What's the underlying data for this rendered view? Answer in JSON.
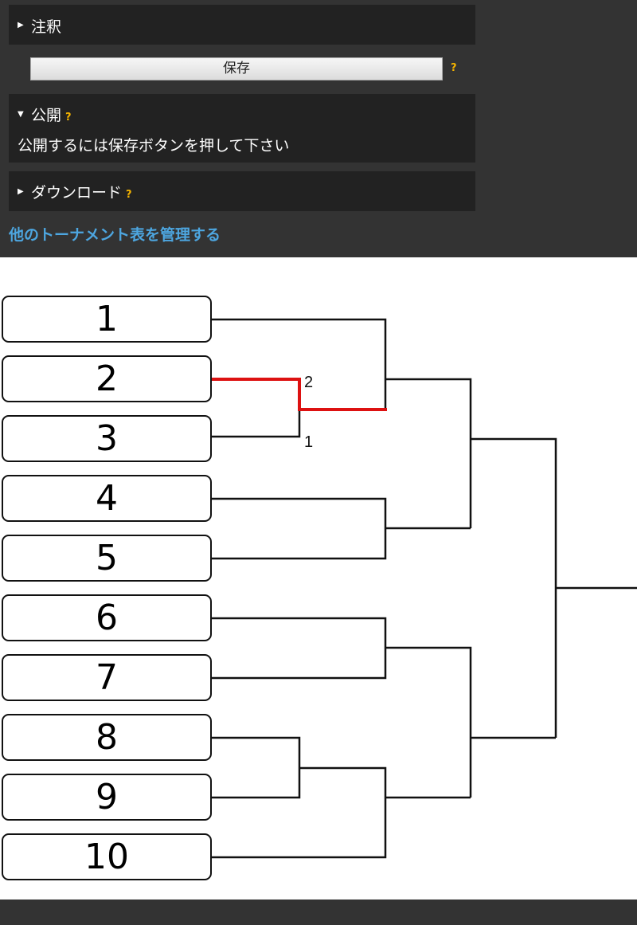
{
  "header": {
    "notes_title": "注釈",
    "save_label": "保存",
    "help_mark": "?",
    "publish_title": "公開",
    "publish_message": "公開するには保存ボタンを押して下さい",
    "download_title": "ダウンロード",
    "manage_link": "他のトーナメント表を管理する"
  },
  "bracket": {
    "entries": [
      "1",
      "2",
      "3",
      "4",
      "5",
      "6",
      "7",
      "8",
      "9",
      "10"
    ],
    "match_2v3": {
      "winner": "2",
      "scores": {
        "top": "2",
        "bottom": "1"
      }
    },
    "highlight_color": "#dd1111",
    "line_color": "#111111"
  }
}
